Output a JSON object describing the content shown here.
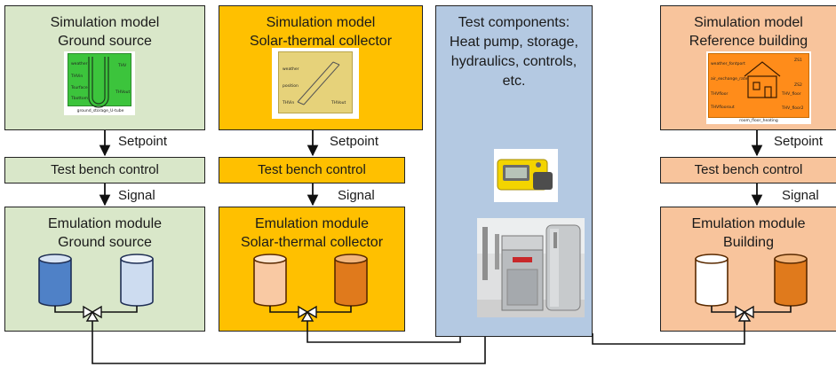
{
  "columns": {
    "ground": {
      "sim_title_1": "Simulation model",
      "sim_title_2": "Ground source",
      "control": "Test bench control",
      "emu_title_1": "Emulation module",
      "emu_title_2": "Ground source",
      "thumb": {
        "caption": "ground_storage_U-tube",
        "ports_left": [
          "weather",
          "THVin",
          "Tsurface",
          "Tbottom"
        ],
        "ports_right": [
          "THV",
          "THVout"
        ]
      }
    },
    "solar": {
      "sim_title_1": "Simulation model",
      "sim_title_2": "Solar-thermal collector",
      "control": "Test bench control",
      "emu_title_1": "Emulation module",
      "emu_title_2": "Solar-thermal collector",
      "thumb": {
        "ports_left": [
          "weather",
          "position",
          "THVin"
        ],
        "ports_right": [
          "THVout"
        ]
      }
    },
    "test": {
      "title_lines": [
        "Test components:",
        "Heat pump, storage,",
        "hydraulics, controls,",
        "etc."
      ]
    },
    "building": {
      "sim_title_1": "Simulation model",
      "sim_title_2": "Reference building",
      "control": "Test bench control",
      "emu_title_1": "Emulation module",
      "emu_title_2": "Building",
      "thumb": {
        "caption": "room_floor_heating",
        "ports_left": [
          "weather_fontport",
          "air_exchange_rate",
          "THVfloor",
          "THVfloorout"
        ],
        "ports_right": [
          "ZS1",
          "ZS2",
          "THV_floor",
          "THV_floor2"
        ]
      }
    }
  },
  "labels": {
    "setpoint": "Setpoint",
    "signal": "Signal"
  },
  "colors": {
    "green_fill": "#d9e7c9",
    "yellow_fill": "#ffc000",
    "orange_fill": "#f8c49c",
    "blue_fill": "#b4c9e2",
    "tank_blue": "#4f81c7",
    "tank_lightblue": "#cddcf0",
    "tank_peach": "#f9c9a3",
    "tank_orange": "#e07a1c",
    "tank_white": "#ffffff"
  }
}
